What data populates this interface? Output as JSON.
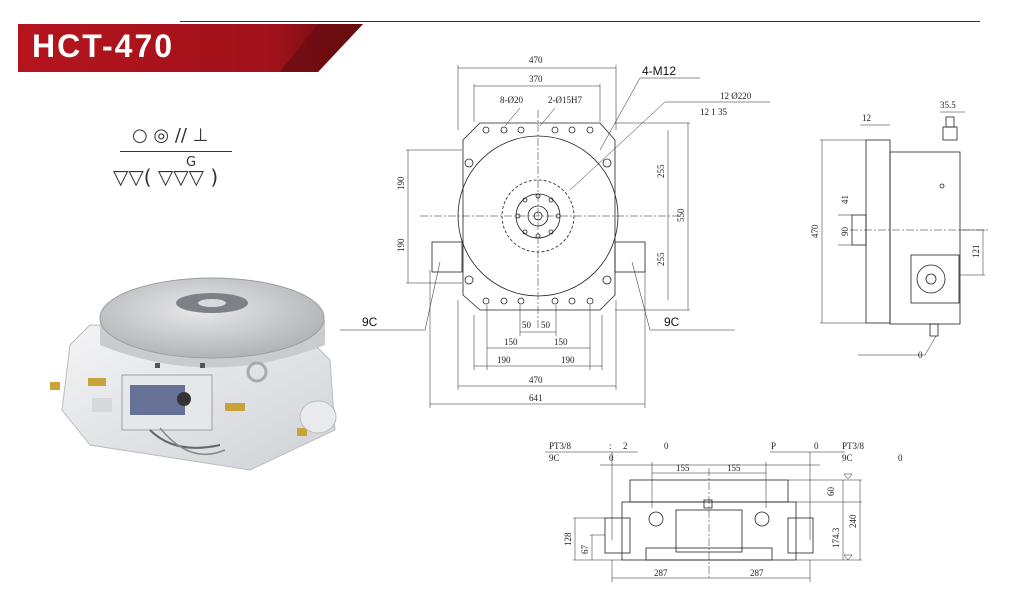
{
  "header": {
    "model": "HCT-470",
    "banner_color": "#b5141c"
  },
  "symbols": {
    "tolerance_row": "○ ◎ // ⊥",
    "finish_letter": "G",
    "finish_row": "▽▽( ▽▽▽ )"
  },
  "top_view": {
    "dims": {
      "w470_top": "470",
      "w370": "370",
      "bolt_circle": "8-Ø20",
      "pin": "2-Ø15H7",
      "thread": "4-M12",
      "line1": "12 Ø220",
      "line2": "12   1   35",
      "h190_upper": "190",
      "h190_lower": "190",
      "h255_upper": "255",
      "h255_lower": "255",
      "h550": "550",
      "c9_left": "9C",
      "c9_right": "9C",
      "w50_left": "50",
      "w50_right": "50",
      "w150_left": "150",
      "w150_right": "150",
      "w190_left": "190",
      "w190_right": "190",
      "w470_bottom": "470",
      "w641": "641"
    }
  },
  "side_view": {
    "dims": {
      "d12": "12",
      "d35_5": "35.5",
      "h470": "470",
      "d41": "41",
      "d90": "90",
      "d121": "121",
      "d0": "0"
    }
  },
  "front_view": {
    "labels": {
      "pt_left": "PT3/8",
      "c9_left": "9C",
      "colon": ":",
      "two": "2",
      "zero_a": "0",
      "zero_b": "0",
      "p": "P",
      "zero_c": "0",
      "pt_right": "PT3/8",
      "c9_right": "9C",
      "zero_d": "0"
    },
    "dims": {
      "w155_left": "155",
      "w155_right": "155",
      "h60": "60",
      "h240": "240",
      "h174_3": "174.3",
      "h128": "128",
      "h67": "67",
      "w287_left": "287",
      "w287_right": "287"
    }
  }
}
